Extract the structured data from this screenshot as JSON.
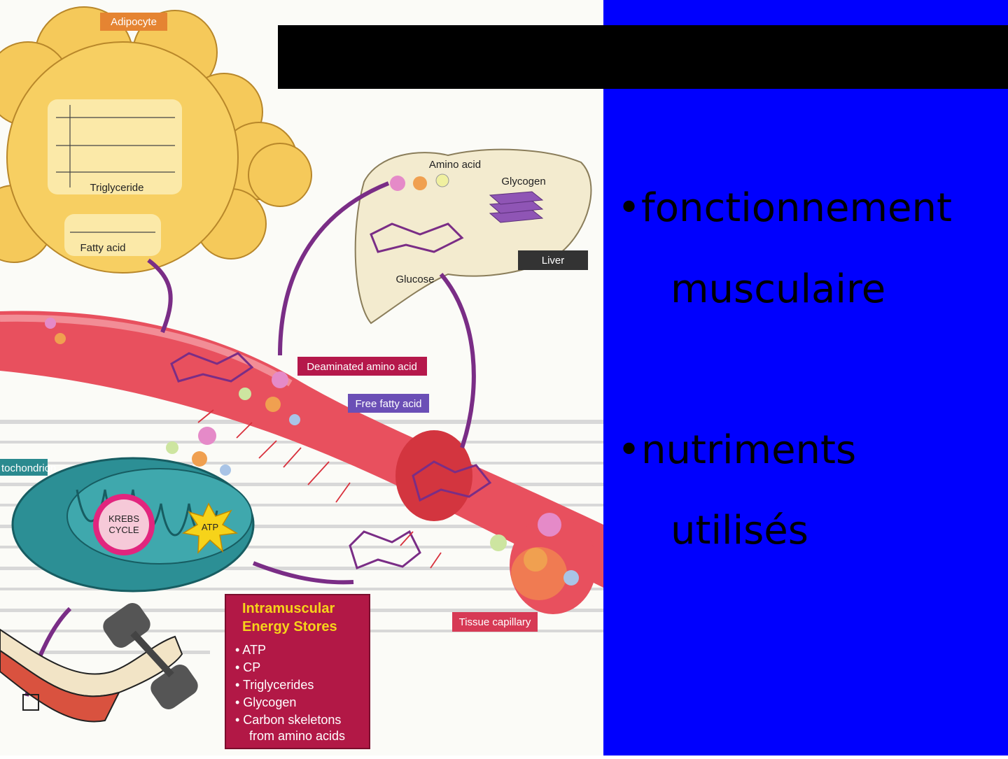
{
  "diagram": {
    "adipocyte": "Adipocyte",
    "triglyceride": "Triglyceride",
    "fatty_acid": "Fatty acid",
    "amino_acid": "Amino acid",
    "glycogen": "Glycogen",
    "glucose": "Glucose",
    "liver": "Liver",
    "deaminated_amino_acid": "Deaminated amino acid",
    "free_fatty_acid": "Free fatty acid",
    "mitochondrion": "tochondrion",
    "krebs_line1": "KREBS",
    "krebs_line2": "CYCLE",
    "atp": "ATP",
    "tissue_capillary": "Tissue capillary",
    "stores_title_line1": "Intramuscular",
    "stores_title_line2": "Energy Stores",
    "stores_items": [
      "• ATP",
      "• CP",
      "• Triglycerides",
      "• Glycogen",
      "• Carbon skeletons"
    ],
    "stores_item_cont": "from amino acids"
  },
  "slide": {
    "bullet1_line1": "fonctionnement",
    "bullet1_line2": "musculaire",
    "bullet2_line1": "nutriments",
    "bullet2_line2": "utilisés"
  }
}
